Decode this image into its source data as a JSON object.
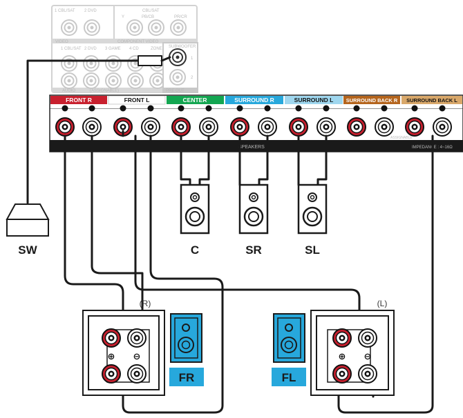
{
  "receiver": {
    "top_labels": [
      "1 CBL/SAT",
      "2 DVD",
      "CBL/SAT",
      "Y",
      "PB/CB",
      "PR/CR"
    ],
    "video_label": "VIDEO",
    "component_label": "COMPONENT VIDEO",
    "assignable_label": "(ASSIGNABLE)",
    "audio_sub_labels": [
      "1 CBL/SAT",
      "2 DVD",
      "3 GAME",
      "4 CD"
    ],
    "zone_label": "ZONE2",
    "subwoofer_label": "SUBWOOFER",
    "audio_label": "AUDIO",
    "preout_label": "PRE OUT",
    "preout_1": "1",
    "preout_2": "2",
    "speakers_label": "SPEAKERS",
    "impedance_label": "IMPEDANCE : 4~16Ω",
    "assignable_small": "ASSIGNABLE"
  },
  "channels": [
    {
      "label": "FRONT R",
      "color": "#c8202e",
      "text_color": "#ffffff"
    },
    {
      "label": "FRONT L",
      "color": "#ffffff",
      "text_color": "#111111"
    },
    {
      "label": "CENTER",
      "color": "#13a651",
      "text_color": "#ffffff"
    },
    {
      "label": "SURROUND R",
      "color": "#27a8dc",
      "text_color": "#ffffff"
    },
    {
      "label": "SURROUND L",
      "color": "#9fd7ef",
      "text_color": "#111111"
    },
    {
      "label": "SURROUND BACK R",
      "color": "#b5651d",
      "text_color": "#ffffff"
    },
    {
      "label": "SURROUND BACK L",
      "color": "#d9a86a",
      "text_color": "#111111"
    }
  ],
  "speakers": {
    "sw": "SW",
    "c": "C",
    "sr": "SR",
    "sl": "SL",
    "fr": "FR",
    "fl": "FL",
    "right_side": "(R)",
    "left_side": "(L)"
  },
  "terminals": {
    "plus": "⊕",
    "minus": "⊖"
  },
  "colors": {
    "wire": "#1a1a1a",
    "plus_terminal": "#c8202e",
    "label_box": "#27a8dc",
    "faded": "#c8c8c8"
  }
}
